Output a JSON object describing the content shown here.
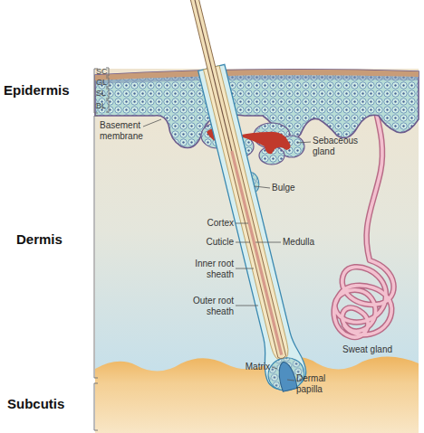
{
  "diagram": {
    "labels": [
      "Epidermis",
      "SC",
      "GL",
      "SL",
      "BL",
      "Basement membrane",
      "Sebaceous gland",
      "Bulge",
      "Dermis",
      "Cortex",
      "Medulla",
      "Cuticle",
      "Inner root sheath",
      "Outer root sheath",
      "Sweat gland",
      "Matrix",
      "Dermal papilla",
      "Subcutis"
    ]
  }
}
